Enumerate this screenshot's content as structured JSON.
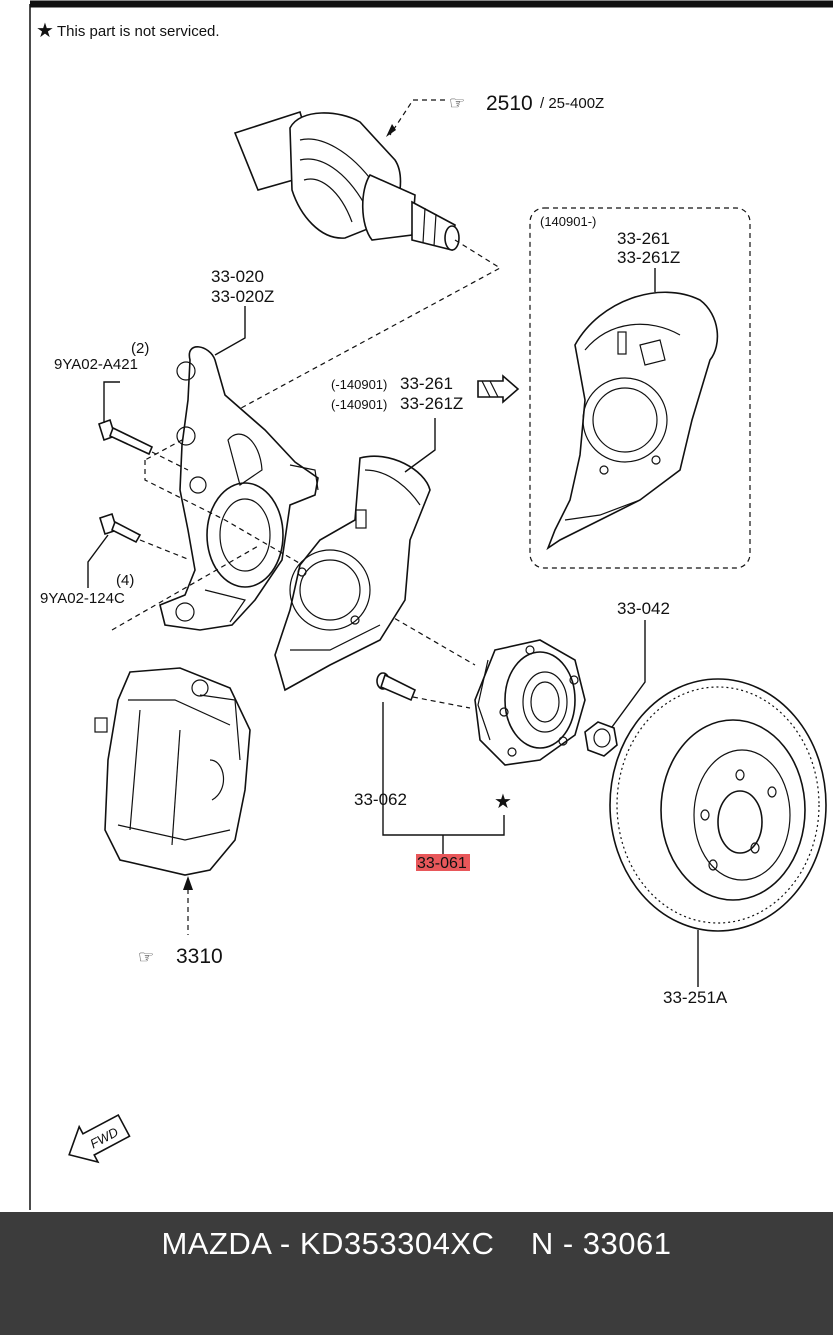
{
  "note": "This part is not serviced.",
  "labels": {
    "drive_shaft": "2510",
    "drive_shaft_alt": "/ 25-400Z",
    "knuckle_1": "33-020",
    "knuckle_2": "33-020Z",
    "bolt_top_qty": "(2)",
    "bolt_top": "9YA02-A421",
    "bolt_bottom_qty": "(4)",
    "bolt_bottom": "9YA02-124C",
    "shield_old_date_1": "(-140901)",
    "shield_old_1": "33-261",
    "shield_old_date_2": "(-140901)",
    "shield_old_2": "33-261Z",
    "shield_new_date": "(140901-)",
    "shield_new_1": "33-261",
    "shield_new_2": "33-261Z",
    "nut": "33-042",
    "hub_bolt": "33-062",
    "hub_assembly": "33-061",
    "caliper": "3310",
    "disc": "33-251A",
    "fwd": "FWD"
  },
  "footer": {
    "text": "MAZDA - KD353304XC    N - 33061"
  },
  "colors": {
    "highlight": "#e8575a",
    "footer_bg": "#3c3c3c",
    "line": "#111111"
  }
}
